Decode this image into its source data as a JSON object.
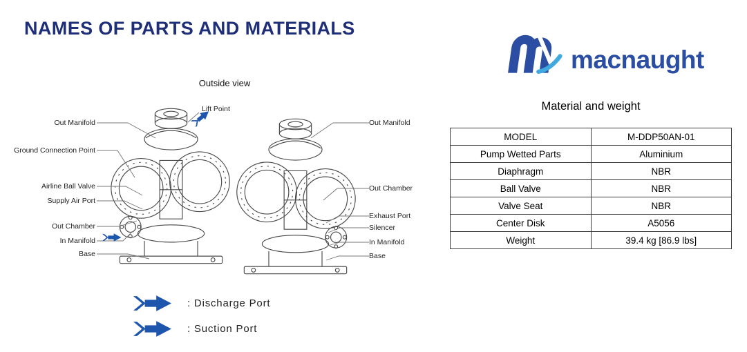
{
  "colors": {
    "title_blue": "#1e2f77",
    "logo_blue": "#2b4ea2",
    "logo_accent": "#3fa9e0",
    "arrow_blue": "#1e56ad"
  },
  "page": {
    "title": "NAMES OF PARTS AND MATERIALS"
  },
  "logo": {
    "brand": "macnaught"
  },
  "diagram": {
    "caption": "Outside view",
    "top_label": "Lift Point",
    "left_labels": [
      "Out Manifold",
      "Ground Connection Point",
      "Airline Ball Valve",
      "Supply Air Port",
      "Out Chamber",
      "In Manifold",
      "Base"
    ],
    "right_labels": [
      "Out Manifold",
      "Out Chamber",
      "Exhaust Port",
      "Silencer",
      "In Manifold",
      "Base"
    ]
  },
  "legend": {
    "discharge": ": Discharge Port",
    "suction": ": Suction Port"
  },
  "materials": {
    "title": "Material and weight",
    "rows": [
      {
        "name": "MODEL",
        "value": "M-DDP50AN-01"
      },
      {
        "name": "Pump Wetted Parts",
        "value": "Aluminium"
      },
      {
        "name": "Diaphragm",
        "value": "NBR"
      },
      {
        "name": "Ball Valve",
        "value": "NBR"
      },
      {
        "name": "Valve Seat",
        "value": "NBR"
      },
      {
        "name": "Center Disk",
        "value": "A5056"
      },
      {
        "name": "Weight",
        "value": "39.4 kg [86.9 lbs]"
      }
    ]
  }
}
